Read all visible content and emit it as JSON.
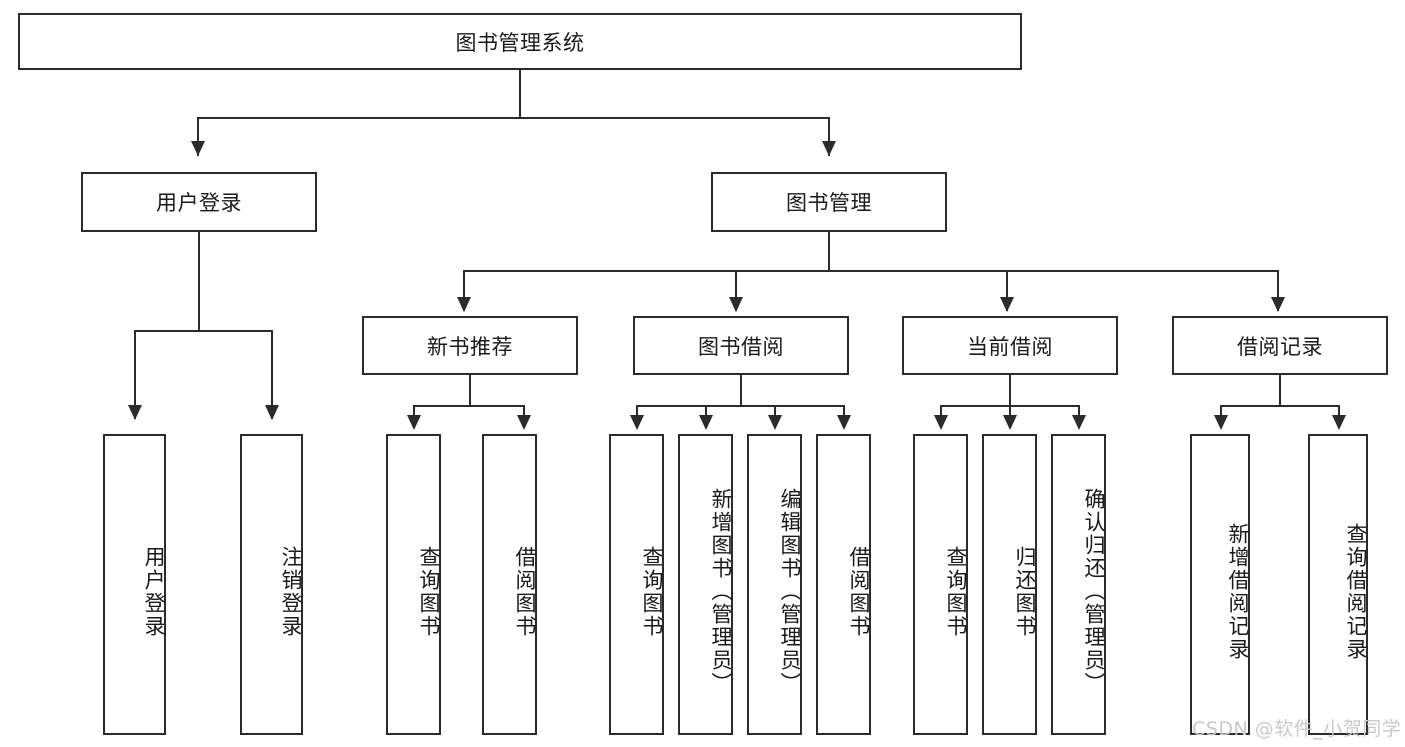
{
  "diagram": {
    "type": "hierarchy-tree",
    "root": {
      "id": "root",
      "label": "图书管理系统"
    },
    "level1": [
      {
        "id": "user-login",
        "label": "用户登录"
      },
      {
        "id": "book-management",
        "label": "图书管理"
      }
    ],
    "level2": [
      {
        "id": "new-book-recommend",
        "label": "新书推荐",
        "parent": "book-management"
      },
      {
        "id": "book-borrow",
        "label": "图书借阅",
        "parent": "book-management"
      },
      {
        "id": "current-borrow",
        "label": "当前借阅",
        "parent": "book-management"
      },
      {
        "id": "borrow-record",
        "label": "借阅记录",
        "parent": "book-management"
      }
    ],
    "leaves": {
      "user_login": [
        {
          "id": "leaf-user-login",
          "label": "用户登录"
        },
        {
          "id": "leaf-user-logout",
          "label": "注销登录"
        }
      ],
      "new_book_recommend": [
        {
          "id": "leaf-query-book-1",
          "label": "查询图书"
        },
        {
          "id": "leaf-borrow-book-1",
          "label": "借阅图书"
        }
      ],
      "book_borrow": [
        {
          "id": "leaf-query-book-2",
          "label": "查询图书"
        },
        {
          "id": "leaf-add-book",
          "label": "新增图书（管理员）"
        },
        {
          "id": "leaf-edit-book",
          "label": "编辑图书（管理员）"
        },
        {
          "id": "leaf-borrow-book-2",
          "label": "借阅图书"
        }
      ],
      "current_borrow": [
        {
          "id": "leaf-query-book-3",
          "label": "查询图书"
        },
        {
          "id": "leaf-return-book",
          "label": "归还图书"
        },
        {
          "id": "leaf-confirm-return",
          "label": "确认归还（管理员）"
        }
      ],
      "borrow_record": [
        {
          "id": "leaf-add-record",
          "label": "新增借阅记录"
        },
        {
          "id": "leaf-query-record",
          "label": "查询借阅记录"
        }
      ]
    }
  },
  "watermark": {
    "text": "CSDN @软件_小贺同学"
  },
  "colors": {
    "border": "#2b2b2b",
    "background": "#ffffff",
    "text": "#1a1a1a",
    "watermark": "#c9c9c9"
  }
}
